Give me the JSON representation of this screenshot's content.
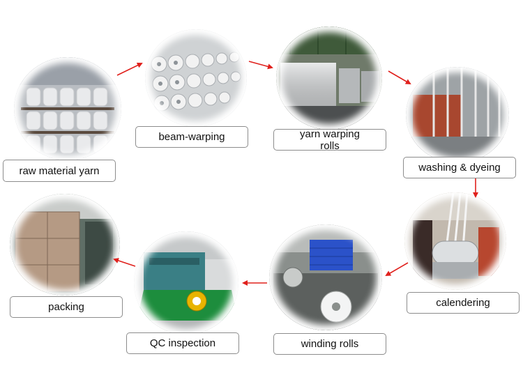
{
  "steps": [
    {
      "id": "raw",
      "label": "raw material yarn"
    },
    {
      "id": "beam",
      "label": "beam-warping"
    },
    {
      "id": "rolls",
      "label": "yarn warping rolls"
    },
    {
      "id": "wash",
      "label": "washing & dyeing"
    },
    {
      "id": "cal",
      "label": "calendering"
    },
    {
      "id": "wind",
      "label": "winding rolls"
    },
    {
      "id": "qc",
      "label": "QC inspection"
    },
    {
      "id": "pack",
      "label": "packing"
    }
  ],
  "arrow_color": "#e0201c"
}
